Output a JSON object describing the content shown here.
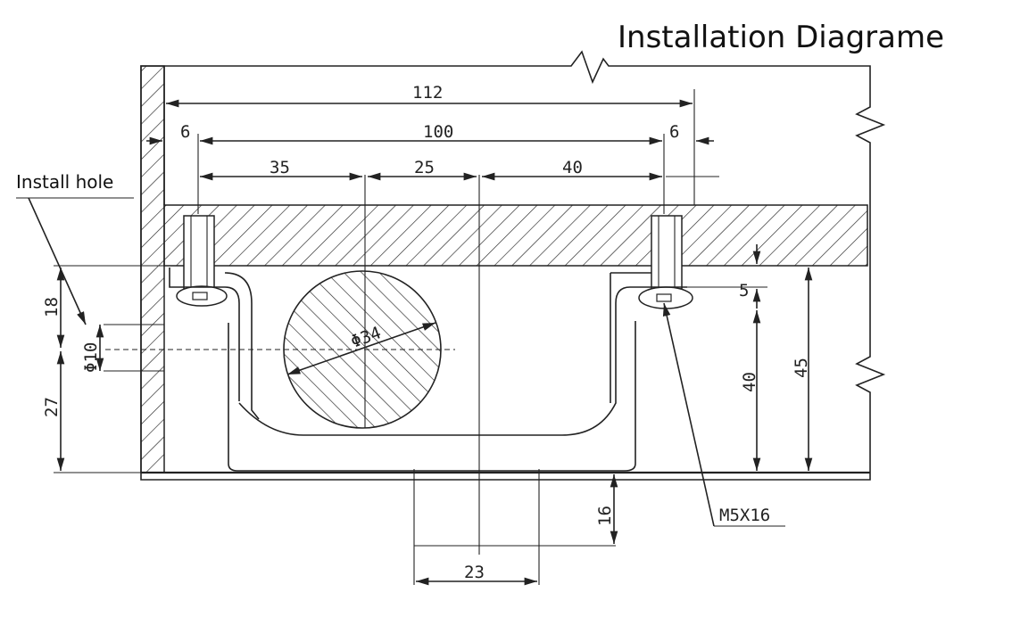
{
  "title": "Installation Diagrame",
  "callout_label": "Install hole",
  "dimensions": {
    "overall_width": "112",
    "inner_width": "100",
    "left_offset": "6",
    "right_offset": "6",
    "seg_left": "35",
    "seg_mid": "25",
    "seg_right": "40",
    "top_height": "18",
    "hole_dia": "Φ10",
    "lower_height": "27",
    "rod_dia": "Φ34",
    "screw_gap": "5",
    "depth_40": "40",
    "depth_45": "45",
    "handle_drop": "16",
    "handle_width": "23",
    "screw_spec": "M5X16"
  }
}
